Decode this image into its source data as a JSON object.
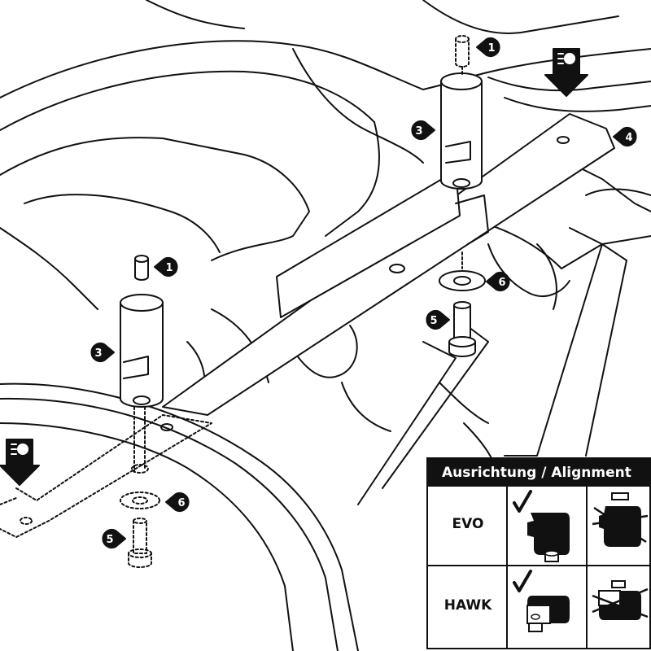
{
  "callouts": {
    "part1": "1",
    "part3": "3",
    "part4": "4",
    "part5": "5",
    "part6": "6"
  },
  "alignment_table": {
    "header": "Ausrichtung / Alignment",
    "rows": [
      {
        "label": "EVO",
        "correct": "upright lamp mount",
        "incorrect": "inverted lamp mount"
      },
      {
        "label": "HAWK",
        "correct": "upright lamp mount",
        "incorrect": "inverted lamp mount"
      }
    ]
  },
  "icons": [
    "light-mount-icon",
    "down-arrow-icon",
    "checkmark-icon",
    "crossed-out-icon"
  ],
  "colors": {
    "line": "#111111",
    "background": "#ffffff",
    "badge": "#111111"
  }
}
